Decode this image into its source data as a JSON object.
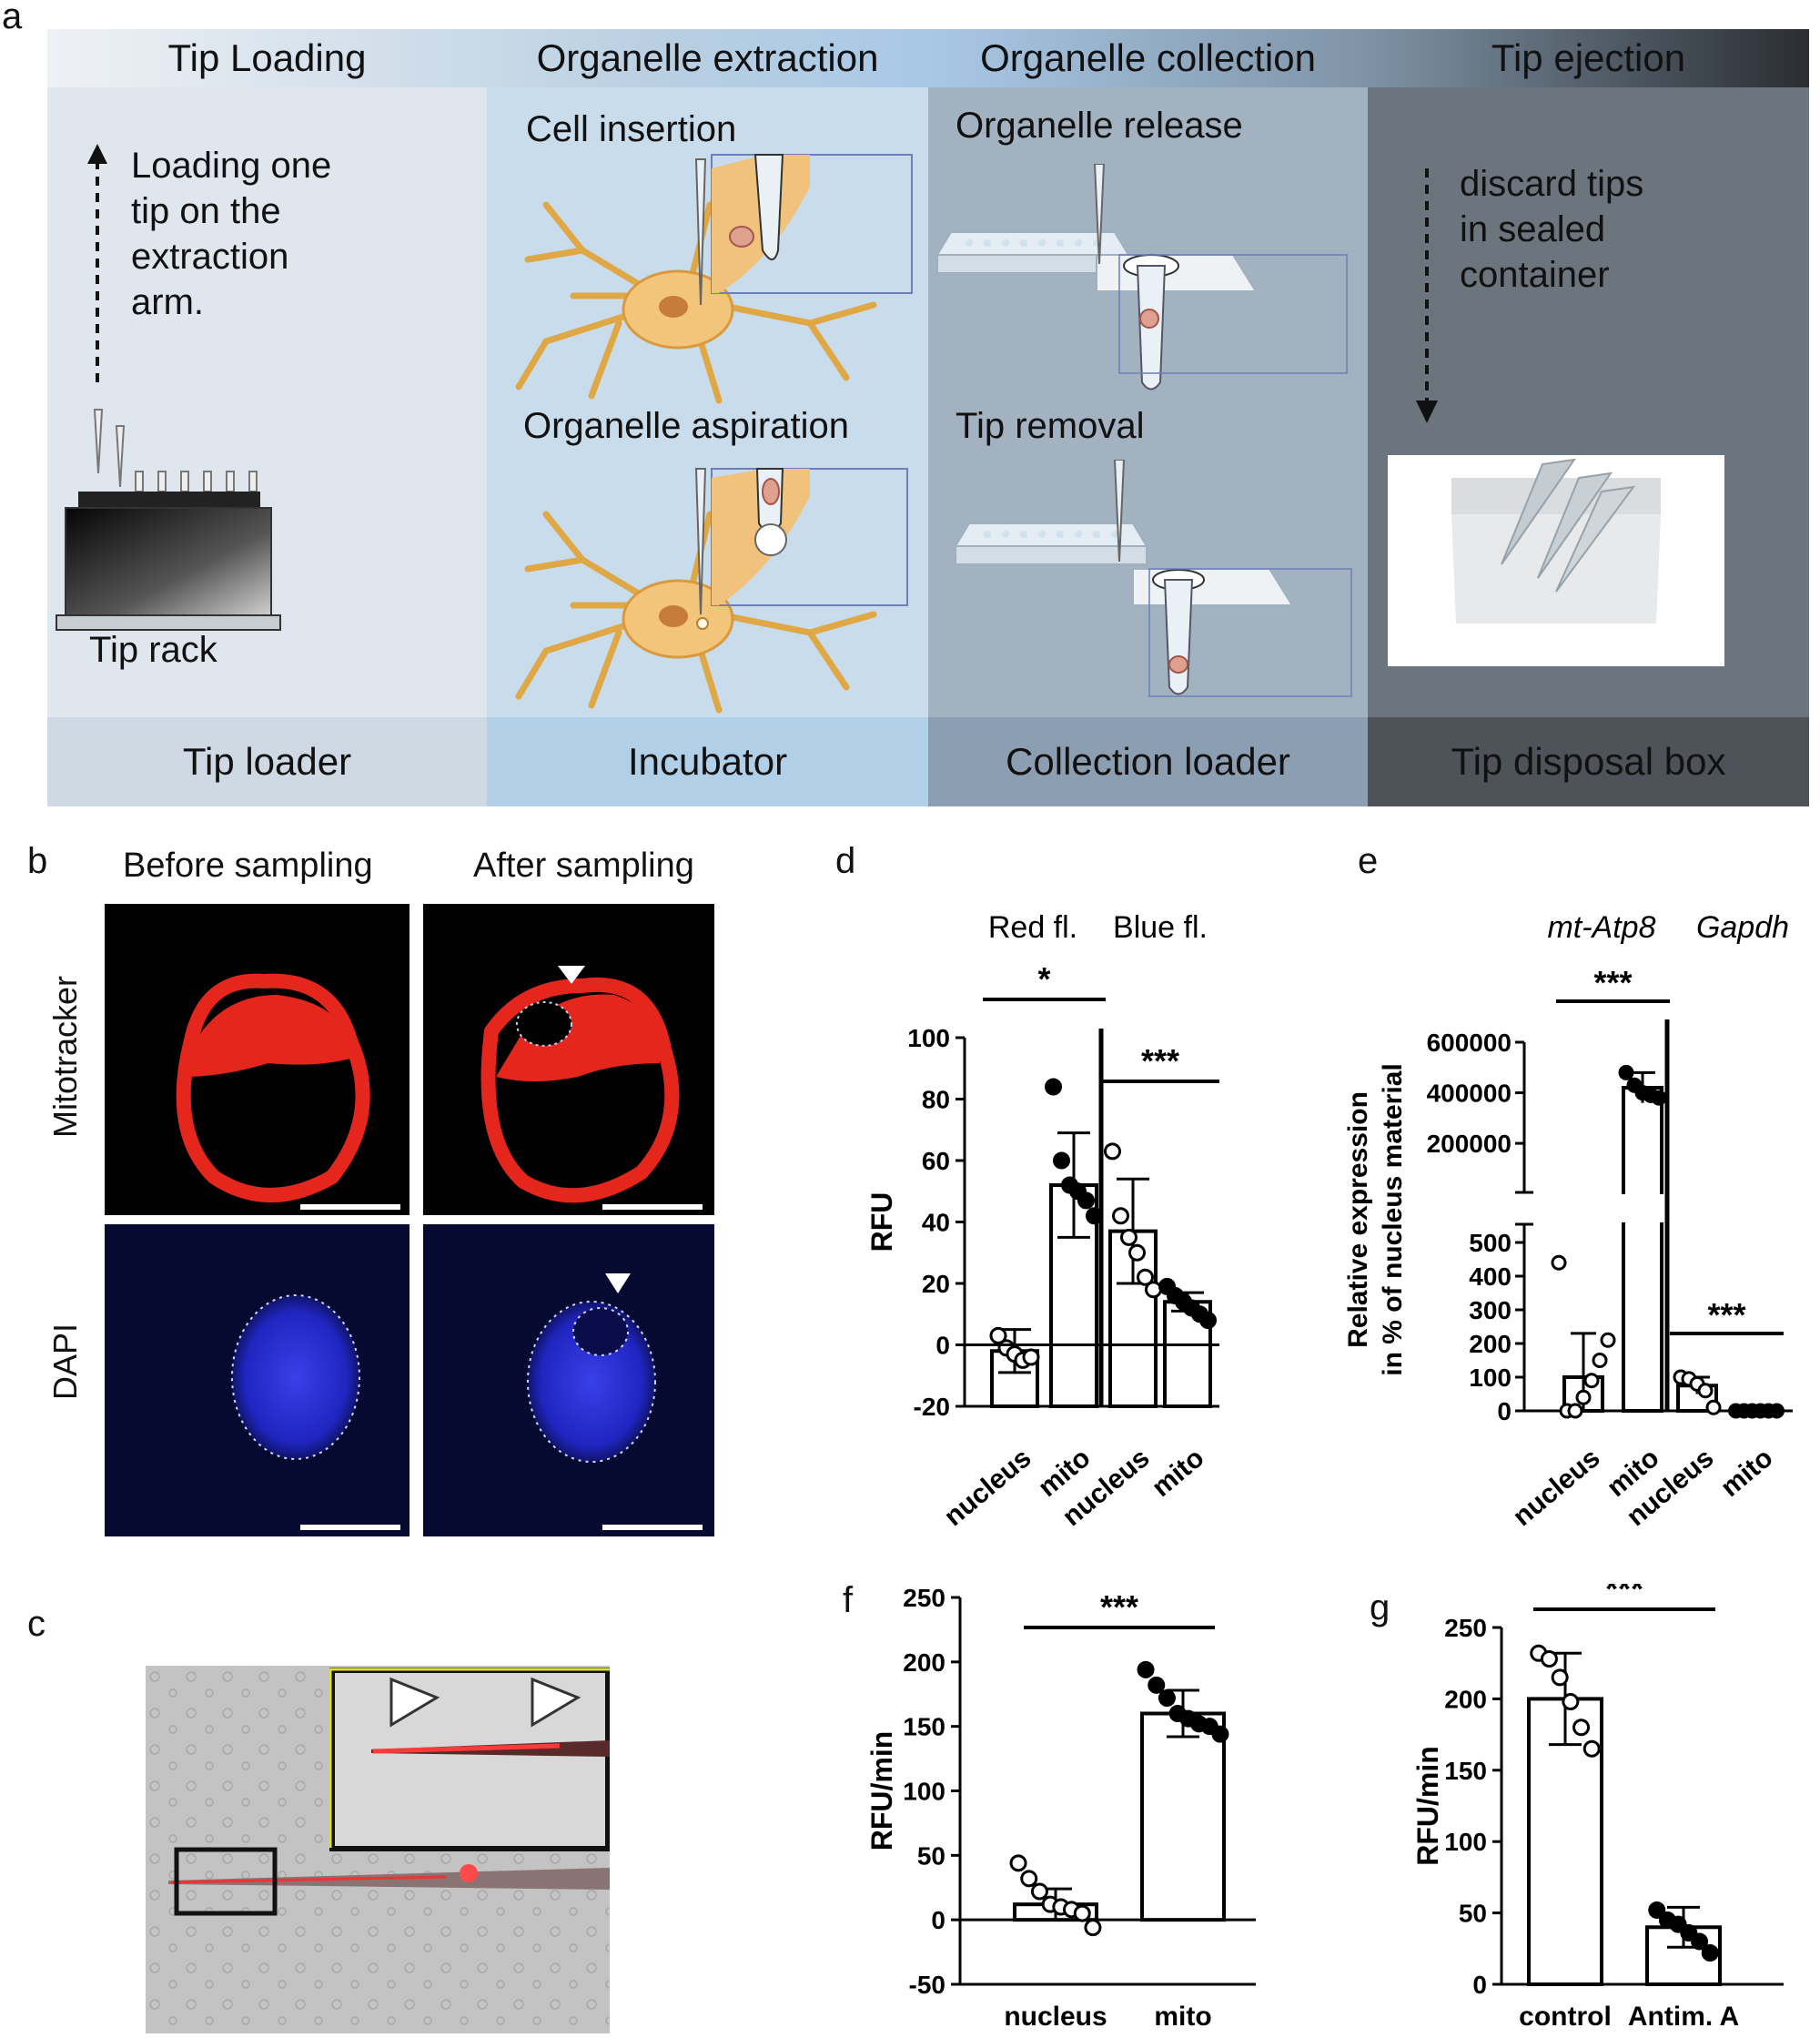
{
  "panels": {
    "a": "a",
    "b": "b",
    "c": "c",
    "d": "d",
    "e": "e",
    "f": "f",
    "g": "g"
  },
  "workflow": {
    "stages": [
      {
        "header": "Tip Loading",
        "footer": "Tip loader"
      },
      {
        "header": "Organelle extraction",
        "footer": "Incubator"
      },
      {
        "header": "Organelle collection",
        "footer": "Collection loader"
      },
      {
        "header": "Tip ejection",
        "footer": "Tip disposal box"
      }
    ],
    "tip_loading_text": [
      "Loading one",
      "tip on the",
      "extraction",
      "arm."
    ],
    "tip_rack": "Tip rack",
    "cell_insertion": "Cell insertion",
    "organelle_aspiration": "Organelle aspiration",
    "organelle_release": "Organelle release",
    "tip_removal": "Tip removal",
    "discard_text": [
      "discard tips",
      "in sealed",
      "container"
    ]
  },
  "panel_b": {
    "col_before": "Before sampling",
    "col_after": "After sampling",
    "row_mito": "Mitotracker",
    "row_dapi": "DAPI"
  },
  "chart_data": [
    {
      "id": "d",
      "type": "bar",
      "groups": [
        "Red fl.",
        "Blue fl."
      ],
      "categories": [
        "nucleus",
        "mito",
        "nucleus",
        "mito"
      ],
      "values": [
        -2,
        52,
        37,
        14
      ],
      "errors": [
        7,
        17,
        17,
        3
      ],
      "points": [
        [
          3,
          -1,
          -3,
          -5,
          -4
        ],
        [
          84,
          60,
          52,
          50,
          47,
          42
        ],
        [
          63,
          42,
          35,
          30,
          22,
          18
        ],
        [
          19,
          16,
          14,
          12,
          10,
          8
        ]
      ],
      "filled": [
        false,
        true,
        false,
        true
      ],
      "ylabel": "RFU",
      "ylim": [
        -20,
        100
      ],
      "yticks": [
        -20,
        0,
        20,
        40,
        60,
        80,
        100
      ],
      "significance": [
        {
          "label": "*",
          "pair": [
            0,
            1
          ]
        },
        {
          "label": "***",
          "pair": [
            2,
            3
          ]
        }
      ]
    },
    {
      "id": "e",
      "type": "bar",
      "groups": [
        "mt-Atp8",
        "Gapdh"
      ],
      "categories": [
        "nucleus",
        "mito",
        "nucleus",
        "mito"
      ],
      "values": [
        100,
        420000,
        75,
        5
      ],
      "errors": [
        130,
        60000,
        25,
        3
      ],
      "points": [
        [
          440,
          0,
          0,
          40,
          90,
          150,
          210
        ],
        [
          480000,
          430000,
          400000,
          390000,
          380000
        ],
        [
          100,
          95,
          80,
          60,
          10
        ],
        [
          0,
          0,
          0,
          0,
          0,
          0
        ]
      ],
      "filled": [
        false,
        true,
        false,
        true
      ],
      "ylabel": [
        "Relative expression",
        "in % of nucleus material"
      ],
      "yticks_low": [
        0,
        100,
        200,
        300,
        400,
        500
      ],
      "yticks_high": [
        200000,
        400000,
        600000
      ],
      "significance": [
        {
          "label": "***",
          "pair": [
            0,
            1
          ]
        },
        {
          "label": "***",
          "pair": [
            2,
            3
          ]
        }
      ]
    },
    {
      "id": "f",
      "type": "bar",
      "categories": [
        "nucleus",
        "mito"
      ],
      "values": [
        12,
        160
      ],
      "errors": [
        12,
        18
      ],
      "points": [
        [
          44,
          32,
          22,
          12,
          10,
          8,
          5,
          -6
        ],
        [
          194,
          182,
          172,
          160,
          156,
          152,
          150,
          144
        ]
      ],
      "filled": [
        false,
        true
      ],
      "ylabel": "RFU/min",
      "ylim": [
        -50,
        250
      ],
      "yticks": [
        -50,
        0,
        50,
        100,
        150,
        200,
        250
      ],
      "significance": [
        {
          "label": "***",
          "pair": [
            0,
            1
          ]
        }
      ]
    },
    {
      "id": "g",
      "type": "bar",
      "categories": [
        "control",
        "Antim. A"
      ],
      "values": [
        200,
        40
      ],
      "errors": [
        32,
        14
      ],
      "points": [
        [
          232,
          228,
          215,
          198,
          180,
          165
        ],
        [
          52,
          45,
          42,
          36,
          30,
          22
        ]
      ],
      "filled": [
        false,
        true
      ],
      "ylabel": "RFU/min",
      "ylim": [
        0,
        250
      ],
      "yticks": [
        0,
        50,
        100,
        150,
        200,
        250
      ],
      "significance": [
        {
          "label": "***",
          "pair": [
            0,
            1
          ]
        }
      ]
    }
  ]
}
